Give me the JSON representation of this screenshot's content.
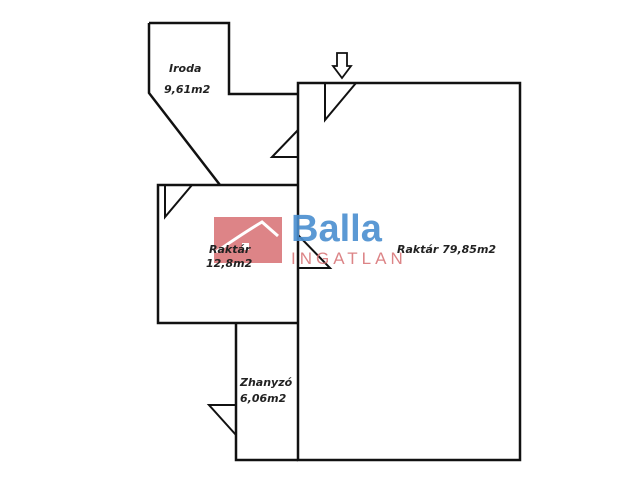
{
  "rooms": [
    {
      "name": "Iroda",
      "area": "9,61m2"
    },
    {
      "name": "Raktár",
      "area": "12,8m2"
    },
    {
      "name": "Raktár 79,85m2"
    },
    {
      "name": "Zhanyzó",
      "area": "6,06m2"
    }
  ],
  "watermark": {
    "brand": "Balla",
    "sub": "INGATLAN",
    "brand_color": "#4a8fd0",
    "accent_color": "#d9777a"
  }
}
